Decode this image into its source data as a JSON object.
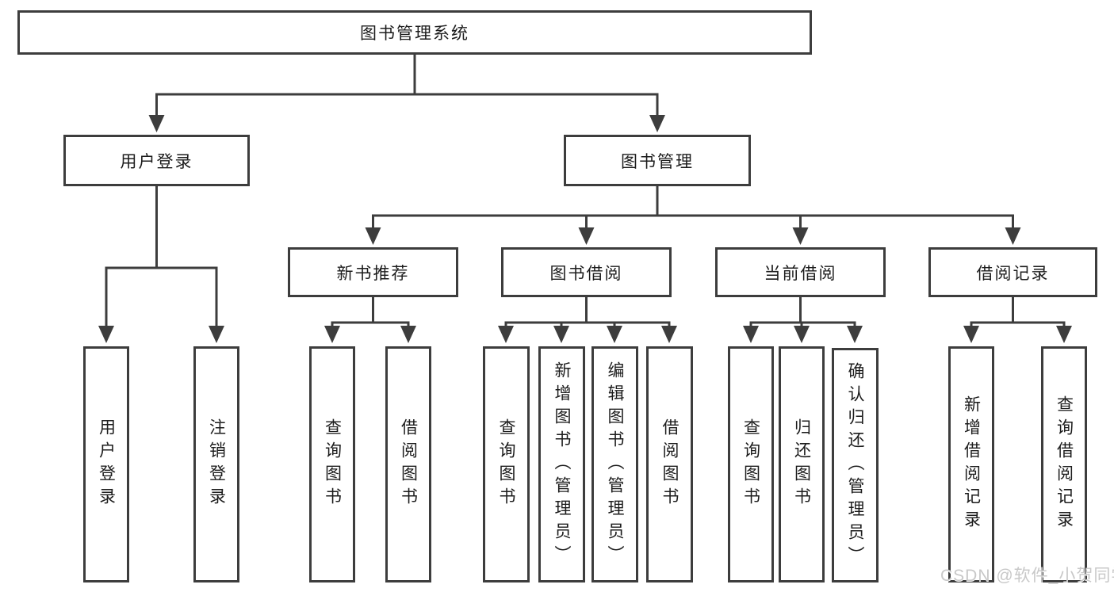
{
  "colors": {
    "line": "#3d3d3d",
    "text": "#1c1c1c",
    "background": "#ffffff",
    "watermark_text_color": "#c8c8c8"
  },
  "watermark": {
    "text": "CSDN @软件_小贺同学"
  },
  "diagram": {
    "root": {
      "label": "图书管理系统"
    },
    "level2": [
      {
        "id": "user-login",
        "label": "用户登录"
      },
      {
        "id": "book-management",
        "label": "图书管理"
      }
    ],
    "level3": [
      {
        "id": "new-book-recommend",
        "parent": "图书管理",
        "label": "新书推荐"
      },
      {
        "id": "book-borrowing",
        "parent": "图书管理",
        "label": "图书借阅"
      },
      {
        "id": "current-borrowing",
        "parent": "图书管理",
        "label": "当前借阅"
      },
      {
        "id": "borrowing-records",
        "parent": "图书管理",
        "label": "借阅记录"
      }
    ],
    "leafGroups": [
      {
        "parent": "用户登录",
        "items": [
          {
            "label": "用户登录"
          },
          {
            "label": "注销登录"
          }
        ]
      },
      {
        "parent": "新书推荐",
        "items": [
          {
            "label": "查询图书"
          },
          {
            "label": "借阅图书"
          }
        ]
      },
      {
        "parent": "图书借阅",
        "items": [
          {
            "label": "查询图书"
          },
          {
            "label": "新增图书（管理员）"
          },
          {
            "label": "编辑图书（管理员）"
          },
          {
            "label": "借阅图书"
          }
        ]
      },
      {
        "parent": "当前借阅",
        "items": [
          {
            "label": "查询图书"
          },
          {
            "label": "归还图书"
          },
          {
            "label": "确认归还（管理员）"
          }
        ]
      },
      {
        "parent": "借阅记录",
        "items": [
          {
            "label": "新增借阅记录"
          },
          {
            "label": "查询借阅记录"
          }
        ]
      }
    ]
  }
}
